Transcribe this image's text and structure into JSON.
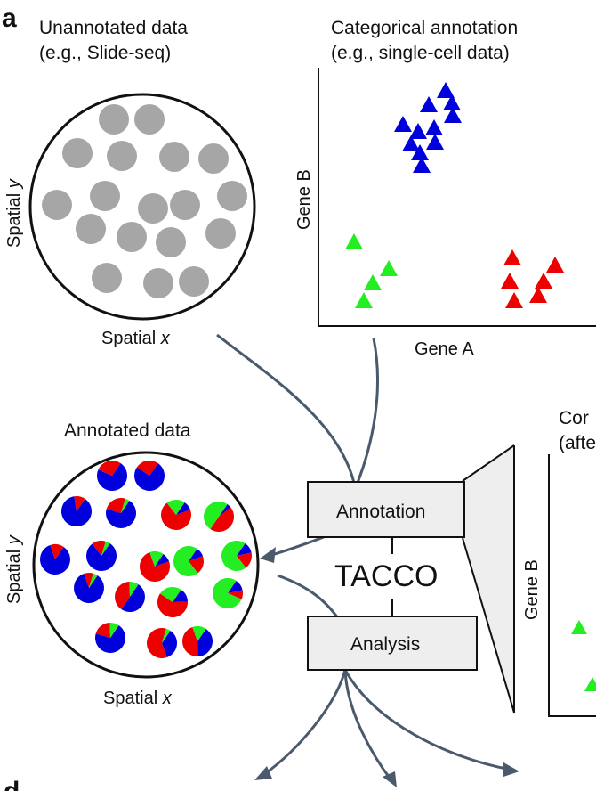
{
  "panel_letters": {
    "top": "a",
    "bottom": "d"
  },
  "unannotated": {
    "title_line1": "Unannotated data",
    "title_line2": "(e.g., Slide-seq)",
    "axis_y": "Spatial",
    "axis_y_var": "y",
    "axis_x": "Spatial",
    "axis_x_var": "x"
  },
  "categorical": {
    "title_line1": "Categorical annotation",
    "title_line2": "(e.g., single-cell data)",
    "xlabel": "Gene A",
    "ylabel": "Gene B"
  },
  "annotated": {
    "title": "Annotated data",
    "axis_y": "Spatial",
    "axis_y_var": "y",
    "axis_x": "Spatial",
    "axis_x_var": "x"
  },
  "tacco": {
    "annotation_label": "Annotation",
    "center_label": "TACCO",
    "analysis_label": "Analysis"
  },
  "cropped_panel": {
    "title_line1": "Cor",
    "title_line2": "(afte",
    "ylabel": "Gene B"
  },
  "colors": {
    "blue": "#0000dd",
    "red": "#ee0000",
    "green": "#22ee22",
    "grey_spot": "#a6a6a6",
    "arrow": "#4a5a6c",
    "box_fill": "#eeeeee",
    "callout_fill": "#eeeeee"
  },
  "chart_data": {
    "type": "scatter",
    "xlabel": "Gene A",
    "ylabel": "Gene B",
    "series": [
      {
        "marker": "triangle",
        "color": "#0000dd",
        "points": [
          [
            453,
            140
          ],
          [
            482,
            118
          ],
          [
            501,
            102
          ],
          [
            509,
            130
          ],
          [
            488,
            144
          ],
          [
            462,
            162
          ],
          [
            489,
            160
          ],
          [
            472,
            172
          ],
          [
            474,
            186
          ],
          [
            508,
            116
          ],
          [
            470,
            148
          ]
        ]
      },
      {
        "marker": "triangle",
        "color": "#22ee22",
        "points": [
          [
            398,
            272
          ],
          [
            437,
            302
          ],
          [
            419,
            318
          ],
          [
            409,
            338
          ]
        ]
      },
      {
        "marker": "triangle",
        "color": "#ee0000",
        "points": [
          [
            576,
            290
          ],
          [
            624,
            298
          ],
          [
            573,
            316
          ],
          [
            611,
            316
          ],
          [
            578,
            338
          ],
          [
            605,
            332
          ]
        ]
      }
    ]
  }
}
